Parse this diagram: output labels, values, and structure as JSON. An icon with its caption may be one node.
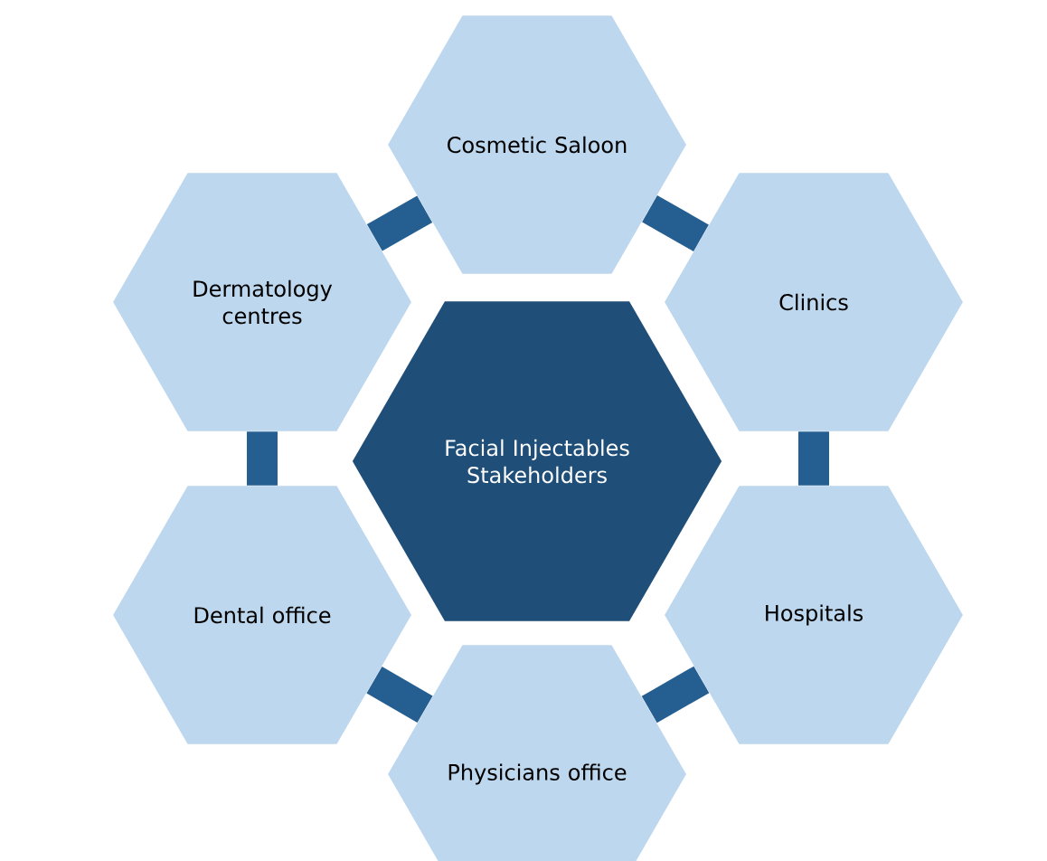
{
  "diagram": {
    "nodes": [
      {
        "text": [
          "Facial Injectables Stakeholders"
        ]
      },
      {
        "text": [
          "Cosmetic Saloon"
        ]
      },
      {
        "text": [
          "Clinics"
        ]
      },
      {
        "text": [
          "Hospitals"
        ]
      },
      {
        "text": [
          "Physicians office"
        ]
      },
      {
        "text": [
          "Dental office"
        ]
      },
      {
        "text": [
          "Dermatology centres"
        ]
      }
    ],
    "edges": [
      {
        "from": 6,
        "to": 1,
        "arrow": "none"
      },
      {
        "from": 1,
        "to": 2,
        "arrow": "none"
      },
      {
        "from": 2,
        "to": 3,
        "arrow": "none"
      },
      {
        "from": 3,
        "to": 4,
        "arrow": "none"
      },
      {
        "from": 4,
        "to": 5,
        "arrow": "none"
      },
      {
        "from": 5,
        "to": 6,
        "arrow": "none"
      }
    ]
  }
}
